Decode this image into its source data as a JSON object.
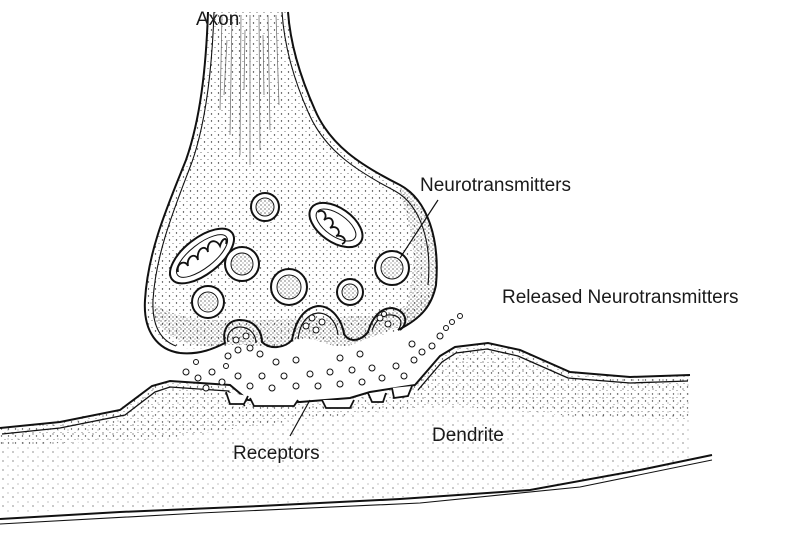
{
  "labels": {
    "axon": "Axon",
    "neurotransmitters": "Neurotransmitters",
    "released": "Released Neurotransmitters",
    "dendrite": "Dendrite",
    "receptors": "Receptors"
  },
  "colors": {
    "ink": "#1a1a1a",
    "background": "#ffffff"
  }
}
